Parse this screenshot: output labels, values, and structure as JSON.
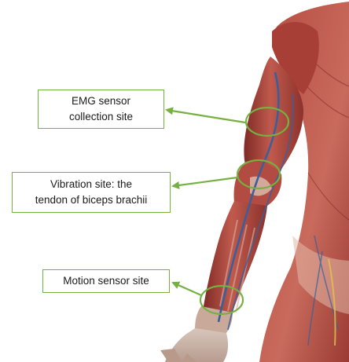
{
  "labels": {
    "emg": {
      "line1": "EMG sensor",
      "line2": "collection site"
    },
    "vibration": {
      "line1": "Vibration site: the",
      "line2": "tendon of biceps brachii"
    },
    "motion": {
      "line1": "Motion sensor site"
    }
  },
  "colors": {
    "accent_green": "#76b041",
    "muscle_red": "#b5493f",
    "muscle_dark": "#8c2f2a",
    "vein_blue": "#3b5f9a",
    "skin_pale": "#e8d6c8"
  },
  "icons": [
    "arrow-icon",
    "target-circle-icon"
  ]
}
